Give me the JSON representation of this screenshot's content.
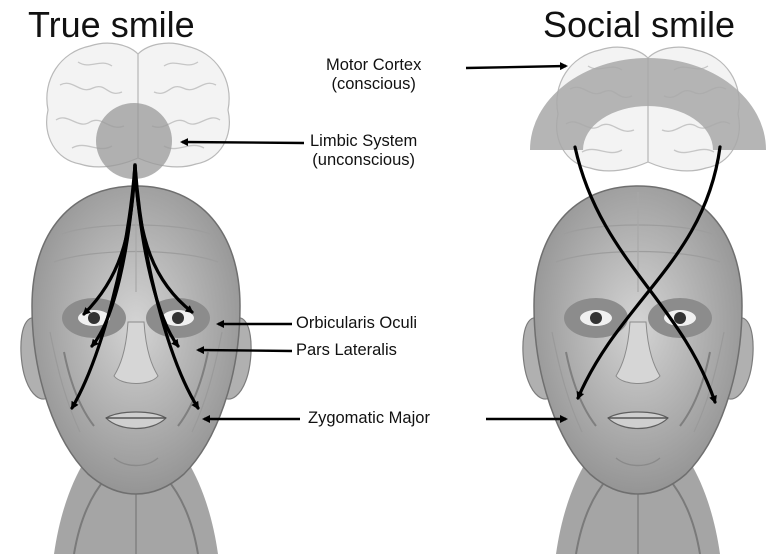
{
  "titles": {
    "left": "True smile",
    "right": "Social smile"
  },
  "labels": {
    "motor_cortex": "Motor Cortex",
    "motor_cortex_note": "(conscious)",
    "limbic_system": "Limbic System",
    "limbic_system_note": "(unconscious)",
    "orbicularis_oculi": "Orbicularis Oculi",
    "pars_lateralis": "Pars Lateralis",
    "zygomatic_major": "Zygomatic Major"
  }
}
